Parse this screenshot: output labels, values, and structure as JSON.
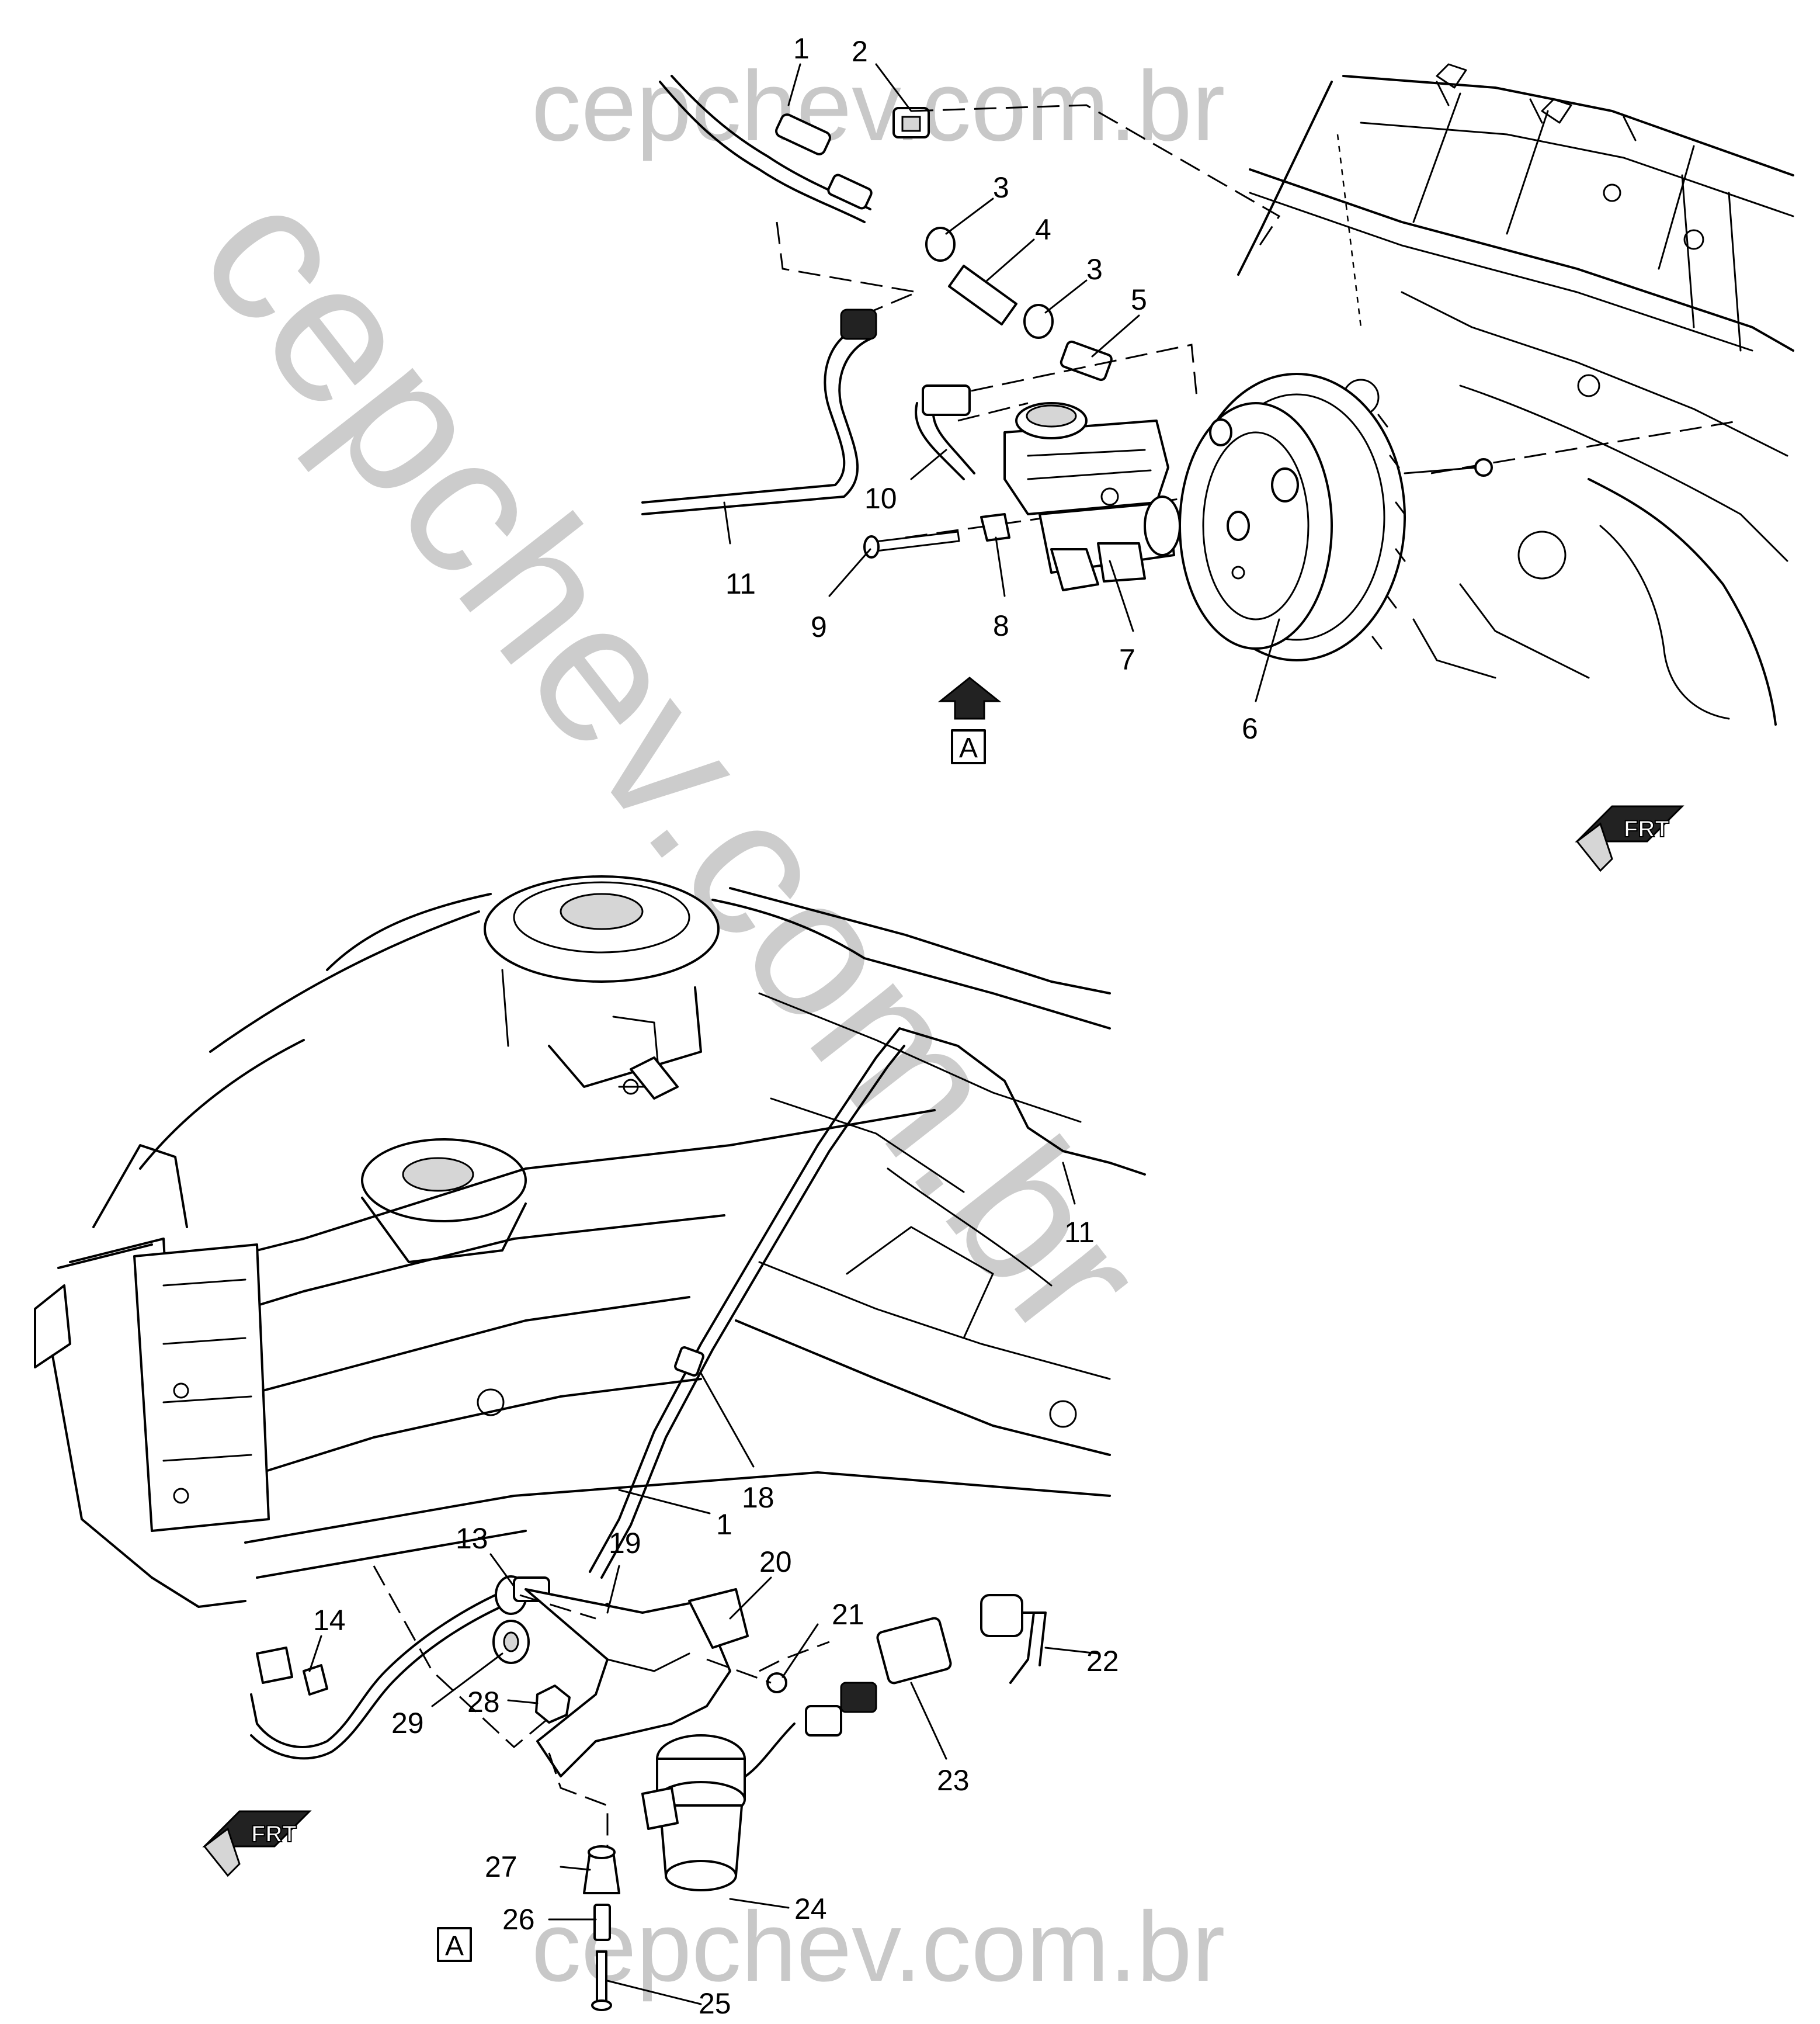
{
  "watermark": {
    "top": "cepchev.com.br",
    "diagonal": "cepchev.com.br",
    "bottom": "cepchev.com.br"
  },
  "view_markers": {
    "top_arrow_label": "A",
    "bottom_box_label": "A"
  },
  "direction_tags": {
    "top_right": "FRT",
    "bottom_left": "FRT"
  },
  "callouts": {
    "c1_top": "1",
    "c2": "2",
    "c3_a": "3",
    "c4": "4",
    "c3_b": "3",
    "c5": "5",
    "c10": "10",
    "c11_top": "11",
    "c9": "9",
    "c8": "8",
    "c7": "7",
    "c6": "6",
    "c11_bottom": "11",
    "c18": "18",
    "c1_bottom": "1",
    "c13": "13",
    "c19": "19",
    "c20": "20",
    "c14": "14",
    "c21": "21",
    "c22": "22",
    "c28": "28",
    "c29": "29",
    "c23": "23",
    "c27": "27",
    "c26": "26",
    "c24": "24",
    "c25": "25"
  }
}
